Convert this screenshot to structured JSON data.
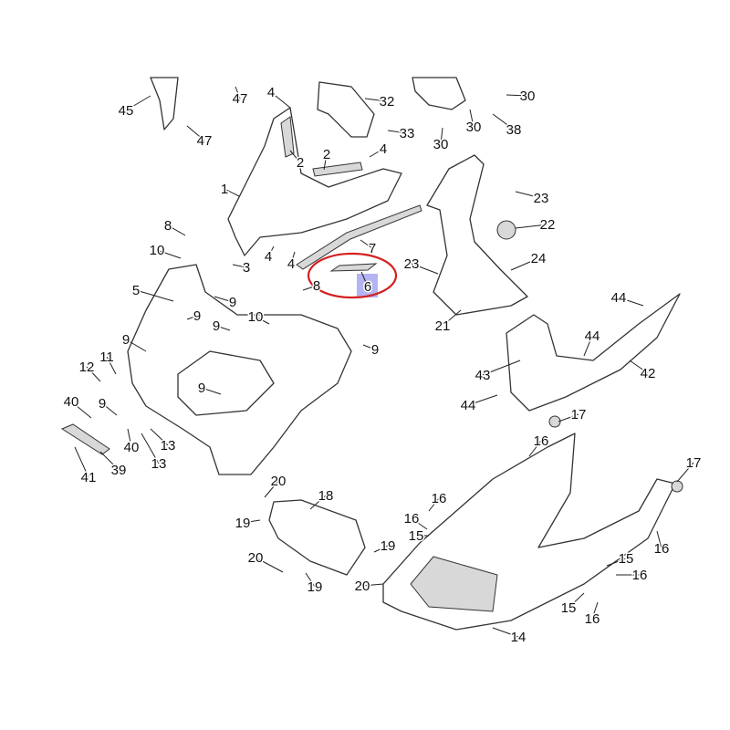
{
  "diagram_title": "",
  "highlight": {
    "part_number": "6",
    "ellipse_color": "#d42020",
    "box_color": "#b4b4f4"
  },
  "callouts": [
    "45",
    "47",
    "47",
    "4",
    "32",
    "33",
    "4",
    "30",
    "30",
    "38",
    "30",
    "2",
    "2",
    "1",
    "23",
    "22",
    "8",
    "7",
    "10",
    "4",
    "4",
    "3",
    "23",
    "24",
    "6",
    "8",
    "5",
    "9",
    "44",
    "10",
    "9",
    "9",
    "9",
    "21",
    "44",
    "9",
    "11",
    "12",
    "43",
    "42",
    "9",
    "40",
    "9",
    "44",
    "17",
    "40",
    "13",
    "16",
    "13",
    "41",
    "39",
    "17",
    "20",
    "18",
    "16",
    "19",
    "16",
    "15",
    "16",
    "19",
    "20",
    "15",
    "16",
    "20",
    "19",
    "15",
    "16",
    "14"
  ]
}
